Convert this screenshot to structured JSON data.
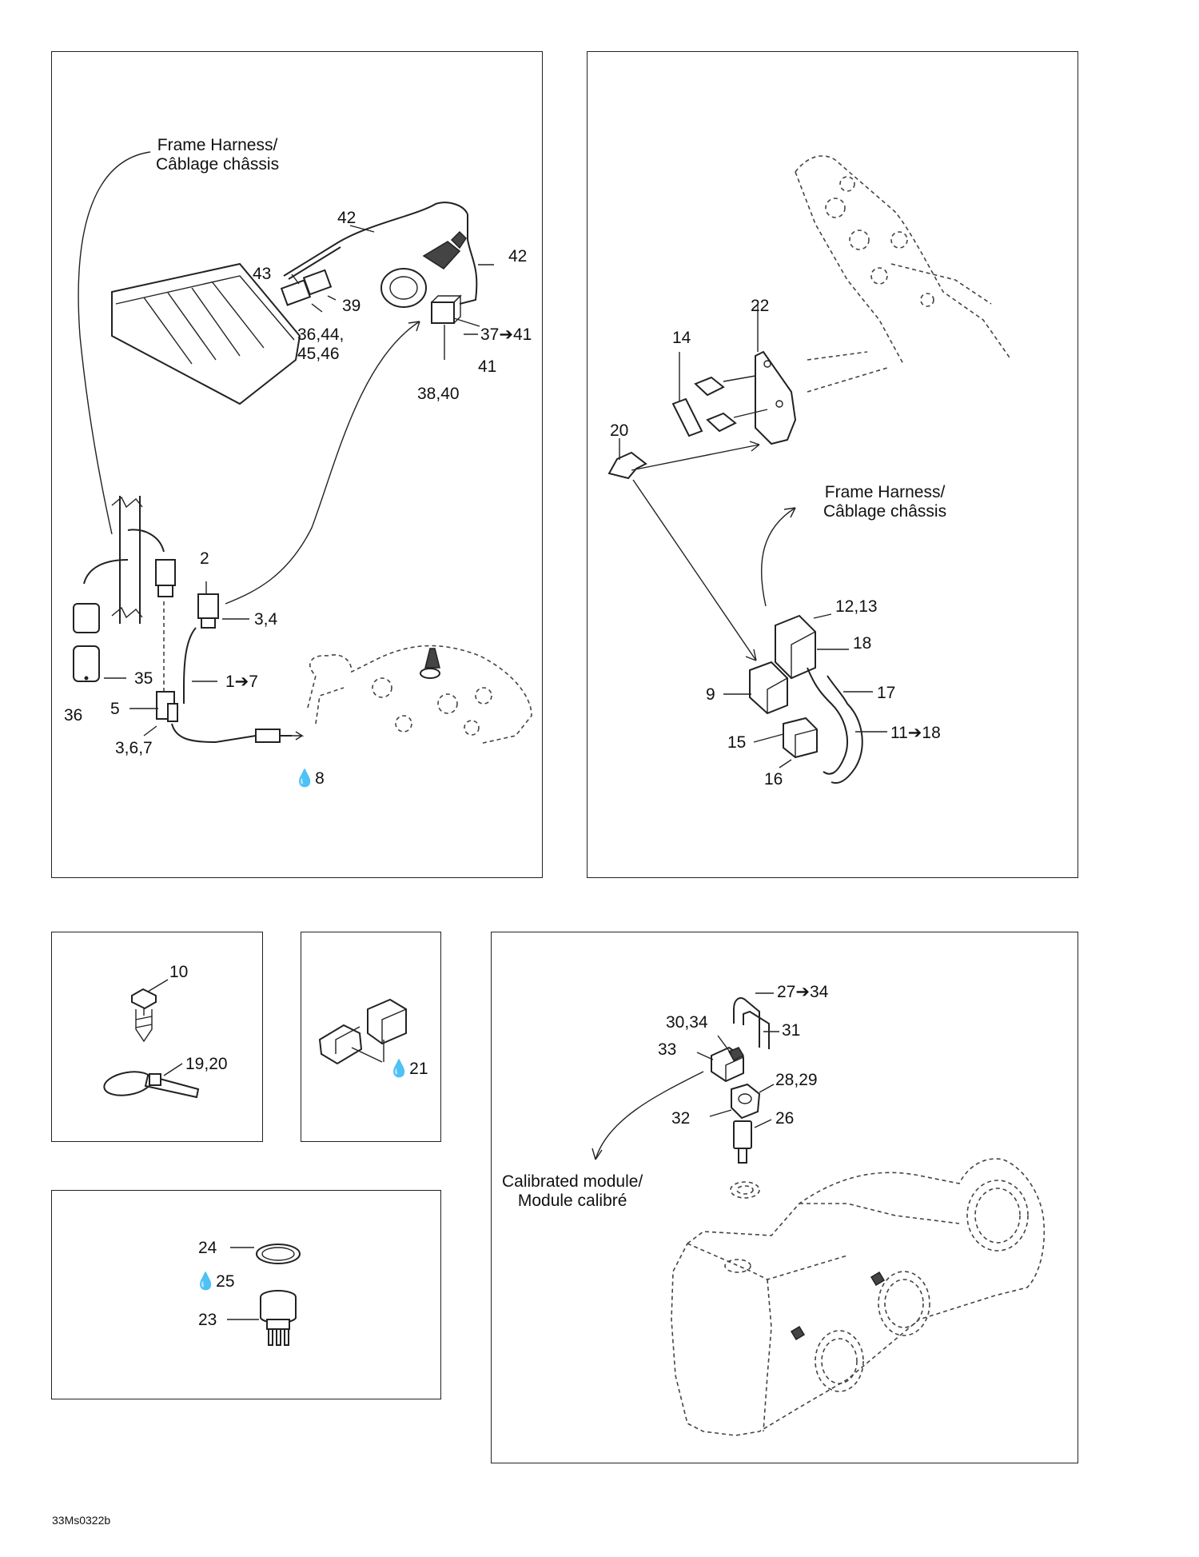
{
  "panels": {
    "top_left": {
      "header_line1": "Frame Harness/",
      "header_line2": "Câblage châssis",
      "callouts": [
        "42",
        "43",
        "39",
        "42",
        "36,44,",
        "45,46",
        "37➔41",
        "41",
        "38,40",
        "2",
        "3,4",
        "35",
        "36",
        "5",
        "1➔7",
        "3,6,7",
        "8"
      ],
      "drop_marker": "💧"
    },
    "top_right": {
      "header_line1": "Frame Harness/",
      "header_line2": "Câblage châssis",
      "callouts": [
        "22",
        "14",
        "20",
        "12,13",
        "18",
        "17",
        "9",
        "15",
        "11➔18",
        "16"
      ]
    },
    "small_a": {
      "callouts": [
        "10",
        "19,20"
      ]
    },
    "small_b": {
      "callouts": [
        "21"
      ]
    },
    "small_c": {
      "callouts": [
        "24",
        "25",
        "23"
      ]
    },
    "bottom_right": {
      "header_line1": "Calibrated module/",
      "header_line2": "Module calibré",
      "callouts": [
        "27➔34",
        "30,34",
        "31",
        "33",
        "28,29",
        "32",
        "26"
      ]
    }
  },
  "footer": {
    "code": "33Ms0322b"
  }
}
